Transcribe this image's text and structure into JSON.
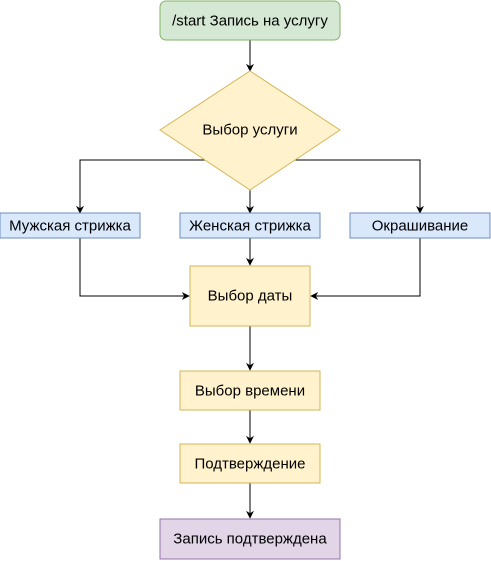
{
  "diagram": {
    "type": "flowchart",
    "nodes": {
      "start": {
        "label": "/start Запись на услугу",
        "shape": "rounded-rect",
        "fill": "#d5e8d4",
        "stroke": "#82b366"
      },
      "choose_service": {
        "label": "Выбор услуги",
        "shape": "diamond",
        "fill": "#fff2cc",
        "stroke": "#d6b656"
      },
      "mens_haircut": {
        "label": "Мужская стрижка",
        "shape": "rect",
        "fill": "#dae8fc",
        "stroke": "#6c8ebf"
      },
      "womens_haircut": {
        "label": "Женская стрижка",
        "shape": "rect",
        "fill": "#dae8fc",
        "stroke": "#6c8ebf"
      },
      "coloring": {
        "label": "Окрашивание",
        "shape": "rect",
        "fill": "#dae8fc",
        "stroke": "#6c8ebf"
      },
      "choose_date": {
        "label": "Выбор даты",
        "shape": "rect",
        "fill": "#fff2cc",
        "stroke": "#d6b656"
      },
      "choose_time": {
        "label": "Выбор времени",
        "shape": "rect",
        "fill": "#fff2cc",
        "stroke": "#d6b656"
      },
      "confirmation": {
        "label": "Подтверждение",
        "shape": "rect",
        "fill": "#fff2cc",
        "stroke": "#d6b656"
      },
      "booking_confirmed": {
        "label": "Запись подтверждена",
        "shape": "rect",
        "fill": "#e1d5e7",
        "stroke": "#9673a6"
      }
    },
    "edges": [
      {
        "from": "start",
        "to": "choose_service"
      },
      {
        "from": "choose_service",
        "to": "mens_haircut"
      },
      {
        "from": "choose_service",
        "to": "womens_haircut"
      },
      {
        "from": "choose_service",
        "to": "coloring"
      },
      {
        "from": "mens_haircut",
        "to": "choose_date"
      },
      {
        "from": "womens_haircut",
        "to": "choose_date"
      },
      {
        "from": "coloring",
        "to": "choose_date"
      },
      {
        "from": "choose_date",
        "to": "choose_time"
      },
      {
        "from": "choose_time",
        "to": "confirmation"
      },
      {
        "from": "confirmation",
        "to": "booking_confirmed"
      }
    ]
  }
}
